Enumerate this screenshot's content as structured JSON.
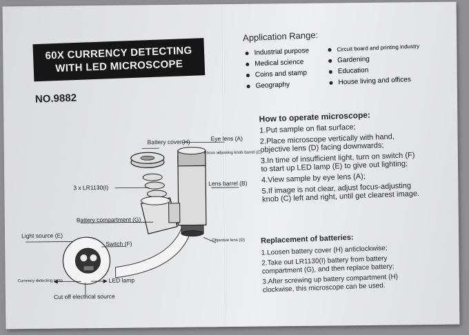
{
  "left": {
    "banner_line1": "60X CURRENCY DETECTING",
    "banner_line2": "WITH LED MICROSCOPE",
    "model": "NO.9882"
  },
  "diagram": {
    "labels": {
      "battery_cover": "Battery cover(H)",
      "eye_lens": "Eye lens (A)",
      "focus_knob": "Focus adjusting knob barrel (C)",
      "batteries": "3 x LR1130(I)",
      "lens_barrel": "Lens barrel (B)",
      "battery_compartment": "Battery compartment (G)",
      "light_source": "Light source (E)",
      "switch": "Switch (F)",
      "objective_lens": "Objective lens (D)",
      "currency_lamp": "Currency detecting lamp",
      "led_lamp": "LED lamp",
      "cut_off": "Cut off electrical source"
    }
  },
  "application": {
    "title": "Application Range:",
    "items": [
      "Industrial purpose",
      "Circuit board and printing industry",
      "Medical science",
      "Gardening",
      "Coins and stamp",
      "Education",
      "Geography",
      "House living and offices"
    ]
  },
  "operate": {
    "title": "How to operate microscope:",
    "steps": [
      "1.Put sample on flat surface;",
      "2.Place microscope vertically with hand, objective lens (D) facing downwards;",
      "3.In time of insufficient light, turn on switch (F) to start up LED lamp (E) to give out lighting;",
      "4.View sample by eye lens (A);",
      "5.If image is not clear, adjust focus-adjusting knob (C) left and right, until get clearest image."
    ]
  },
  "batteries": {
    "title": "Replacement of batteries:",
    "steps": [
      "1.Loosen battery cover (H) anticlockwise;",
      "2.Take out LR1130(I) battery from battery compartment (G), and then replace battery;",
      "3.After screwing up battery compartment (H) clockwise, this microscope can be used."
    ]
  }
}
